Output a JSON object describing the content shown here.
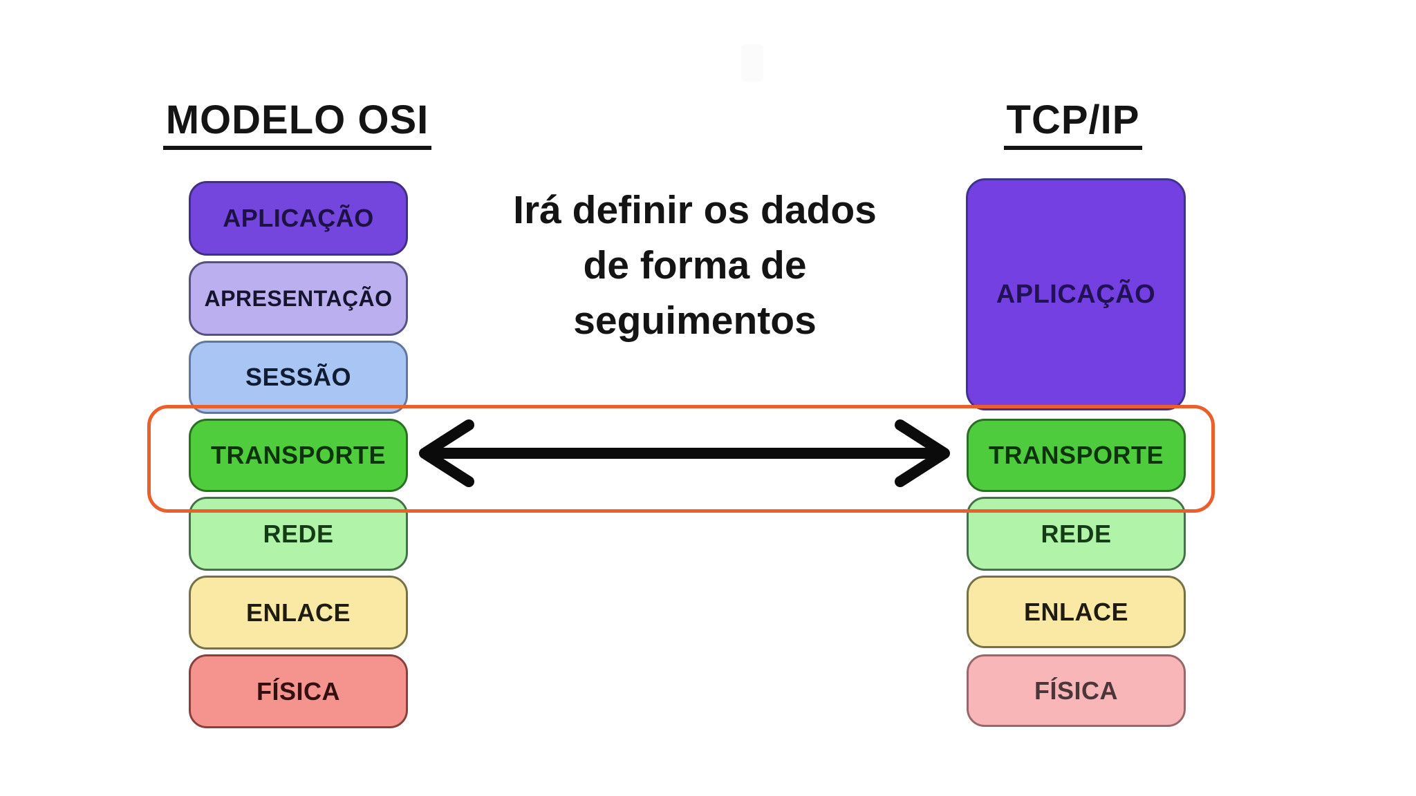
{
  "left_panel": {
    "title": "MODELO OSI",
    "layers": [
      {
        "label": "APLICAÇÃO",
        "fill": "#7546DE",
        "border": "#41307F",
        "text": "#1E1145"
      },
      {
        "label": "APRESENTAÇÃO",
        "fill": "#BCAFF0",
        "border": "#57527C",
        "text": "#14142E"
      },
      {
        "label": "SESSÃO",
        "fill": "#A8C5F3",
        "border": "#64769B",
        "text": "#101C33"
      },
      {
        "label": "TRANSPORTE",
        "fill": "#50CD3C",
        "border": "#2B6F24",
        "text": "#0D330B"
      },
      {
        "label": "REDE",
        "fill": "#B1F3A9",
        "border": "#486F4B",
        "text": "#143C15"
      },
      {
        "label": "ENLACE",
        "fill": "#F9E9A4",
        "border": "#767048",
        "text": "#1F1B10"
      },
      {
        "label": "FÍSICA",
        "fill": "#F5938F",
        "border": "#87403E",
        "text": "#33100F"
      }
    ]
  },
  "right_panel": {
    "title": "TCP/IP",
    "layers": [
      {
        "label": "APLICAÇÃO",
        "fill": "#7440E2",
        "border": "#3F3390",
        "text": "#221254"
      },
      {
        "label": "TRANSPORTE",
        "fill": "#4FCC3E",
        "border": "#2B6F24",
        "text": "#0D330B"
      },
      {
        "label": "REDE",
        "fill": "#B1F3A9",
        "border": "#486F4B",
        "text": "#143C15"
      },
      {
        "label": "ENLACE",
        "fill": "#F9E9A4",
        "border": "#767048",
        "text": "#1F1B10"
      },
      {
        "label": "FÍSICA",
        "fill": "#F8B6B8",
        "border": "#95696C",
        "text": "#4B3739"
      }
    ]
  },
  "annotation": {
    "lines": [
      "Irá definir os dados",
      "de forma de",
      "seguimentos"
    ],
    "color": "#141414"
  },
  "arrow": {
    "color": "#0B0B0B"
  },
  "highlight_box": {
    "border": "#E9602C"
  }
}
